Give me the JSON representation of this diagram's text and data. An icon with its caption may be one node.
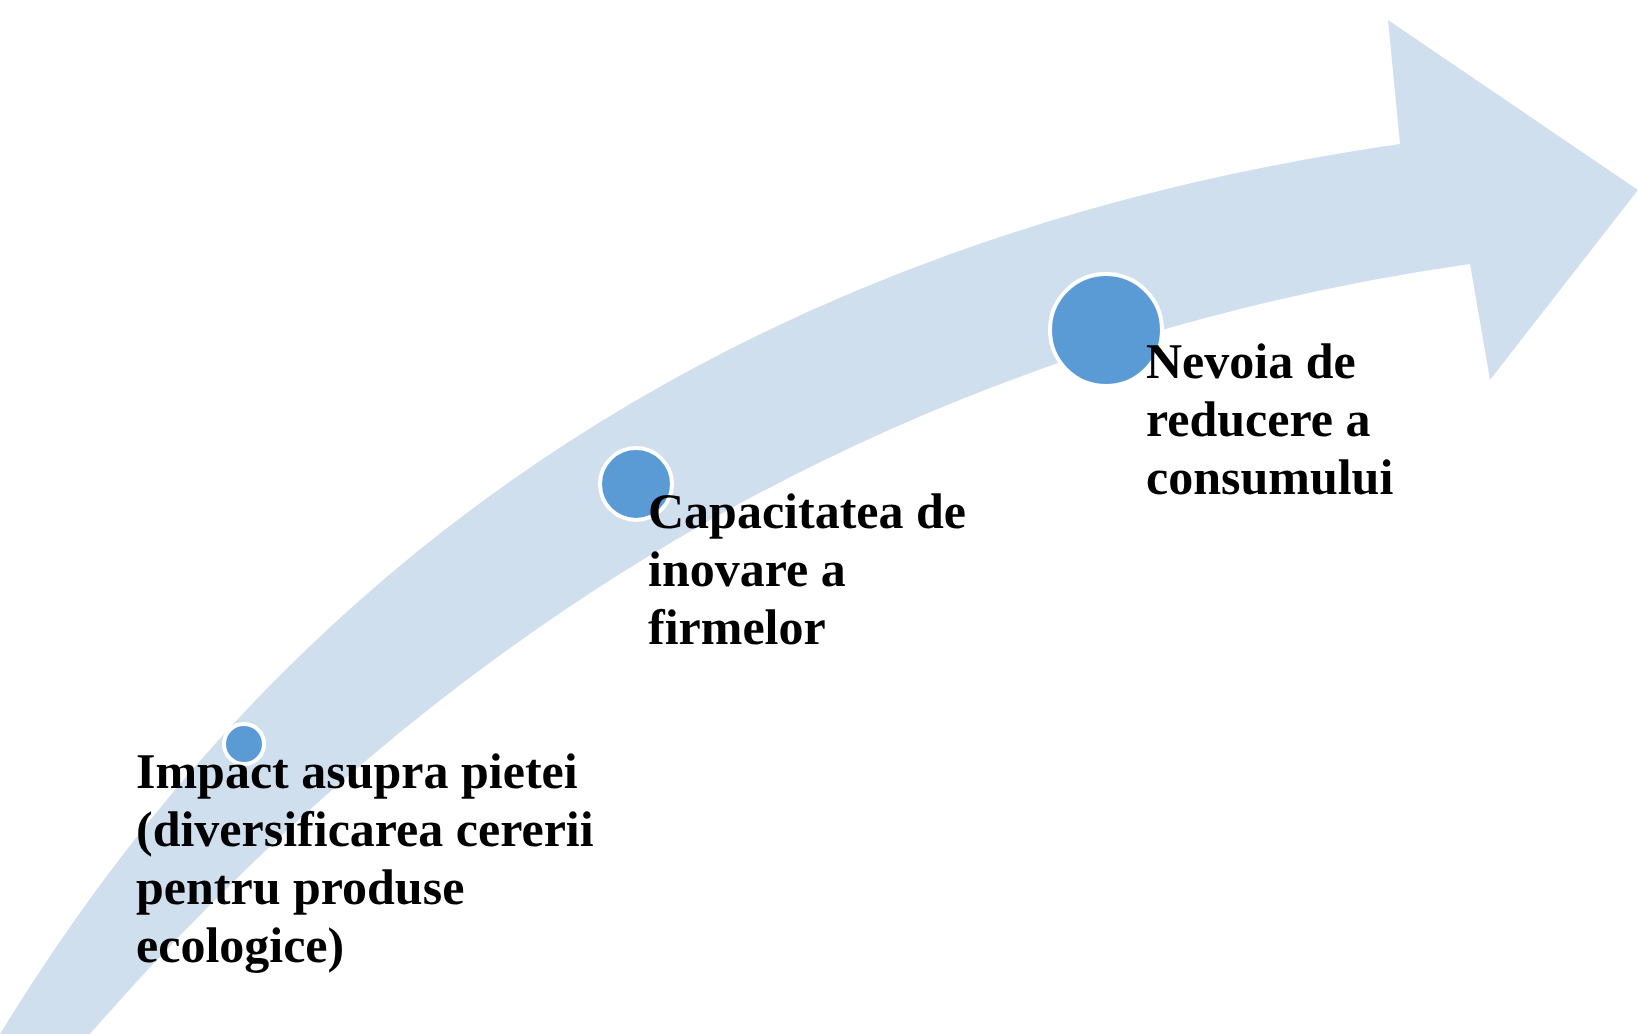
{
  "diagram": {
    "nodes": [
      {
        "text": [
          "Impact asupra pietei (diversificarea cererii pentru produse ecologice)"
        ]
      },
      {
        "text": [
          "Capacitatea de inovare a firmelor"
        ]
      },
      {
        "text": [
          "Nevoia de reducere a consumului"
        ]
      }
    ],
    "edges": []
  }
}
